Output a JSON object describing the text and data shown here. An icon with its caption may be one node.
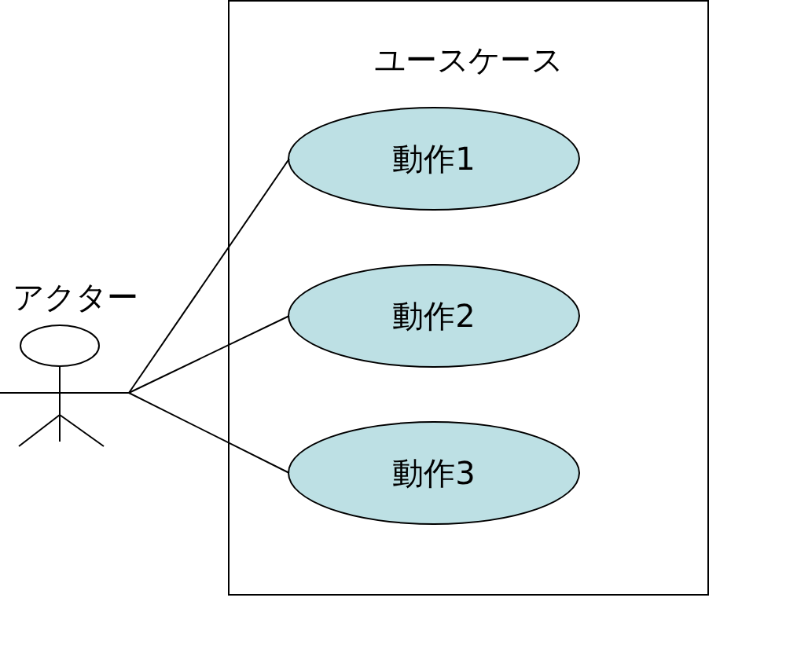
{
  "diagram": {
    "nodes": [
      {
        "text": [
          "ユースケース"
        ]
      },
      {
        "text": [
          "動作1"
        ],
        "in": 0
      },
      {
        "text": [
          "動作2"
        ],
        "in": 0
      },
      {
        "text": [
          "動作3"
        ],
        "in": 0
      },
      {
        "text": [
          "アクター"
        ]
      }
    ],
    "edges": [
      {
        "from": 4,
        "to": 1,
        "arrow": "none"
      },
      {
        "from": 4,
        "to": 2,
        "arrow": "none"
      },
      {
        "from": 4,
        "to": 3,
        "arrow": "none"
      }
    ]
  }
}
